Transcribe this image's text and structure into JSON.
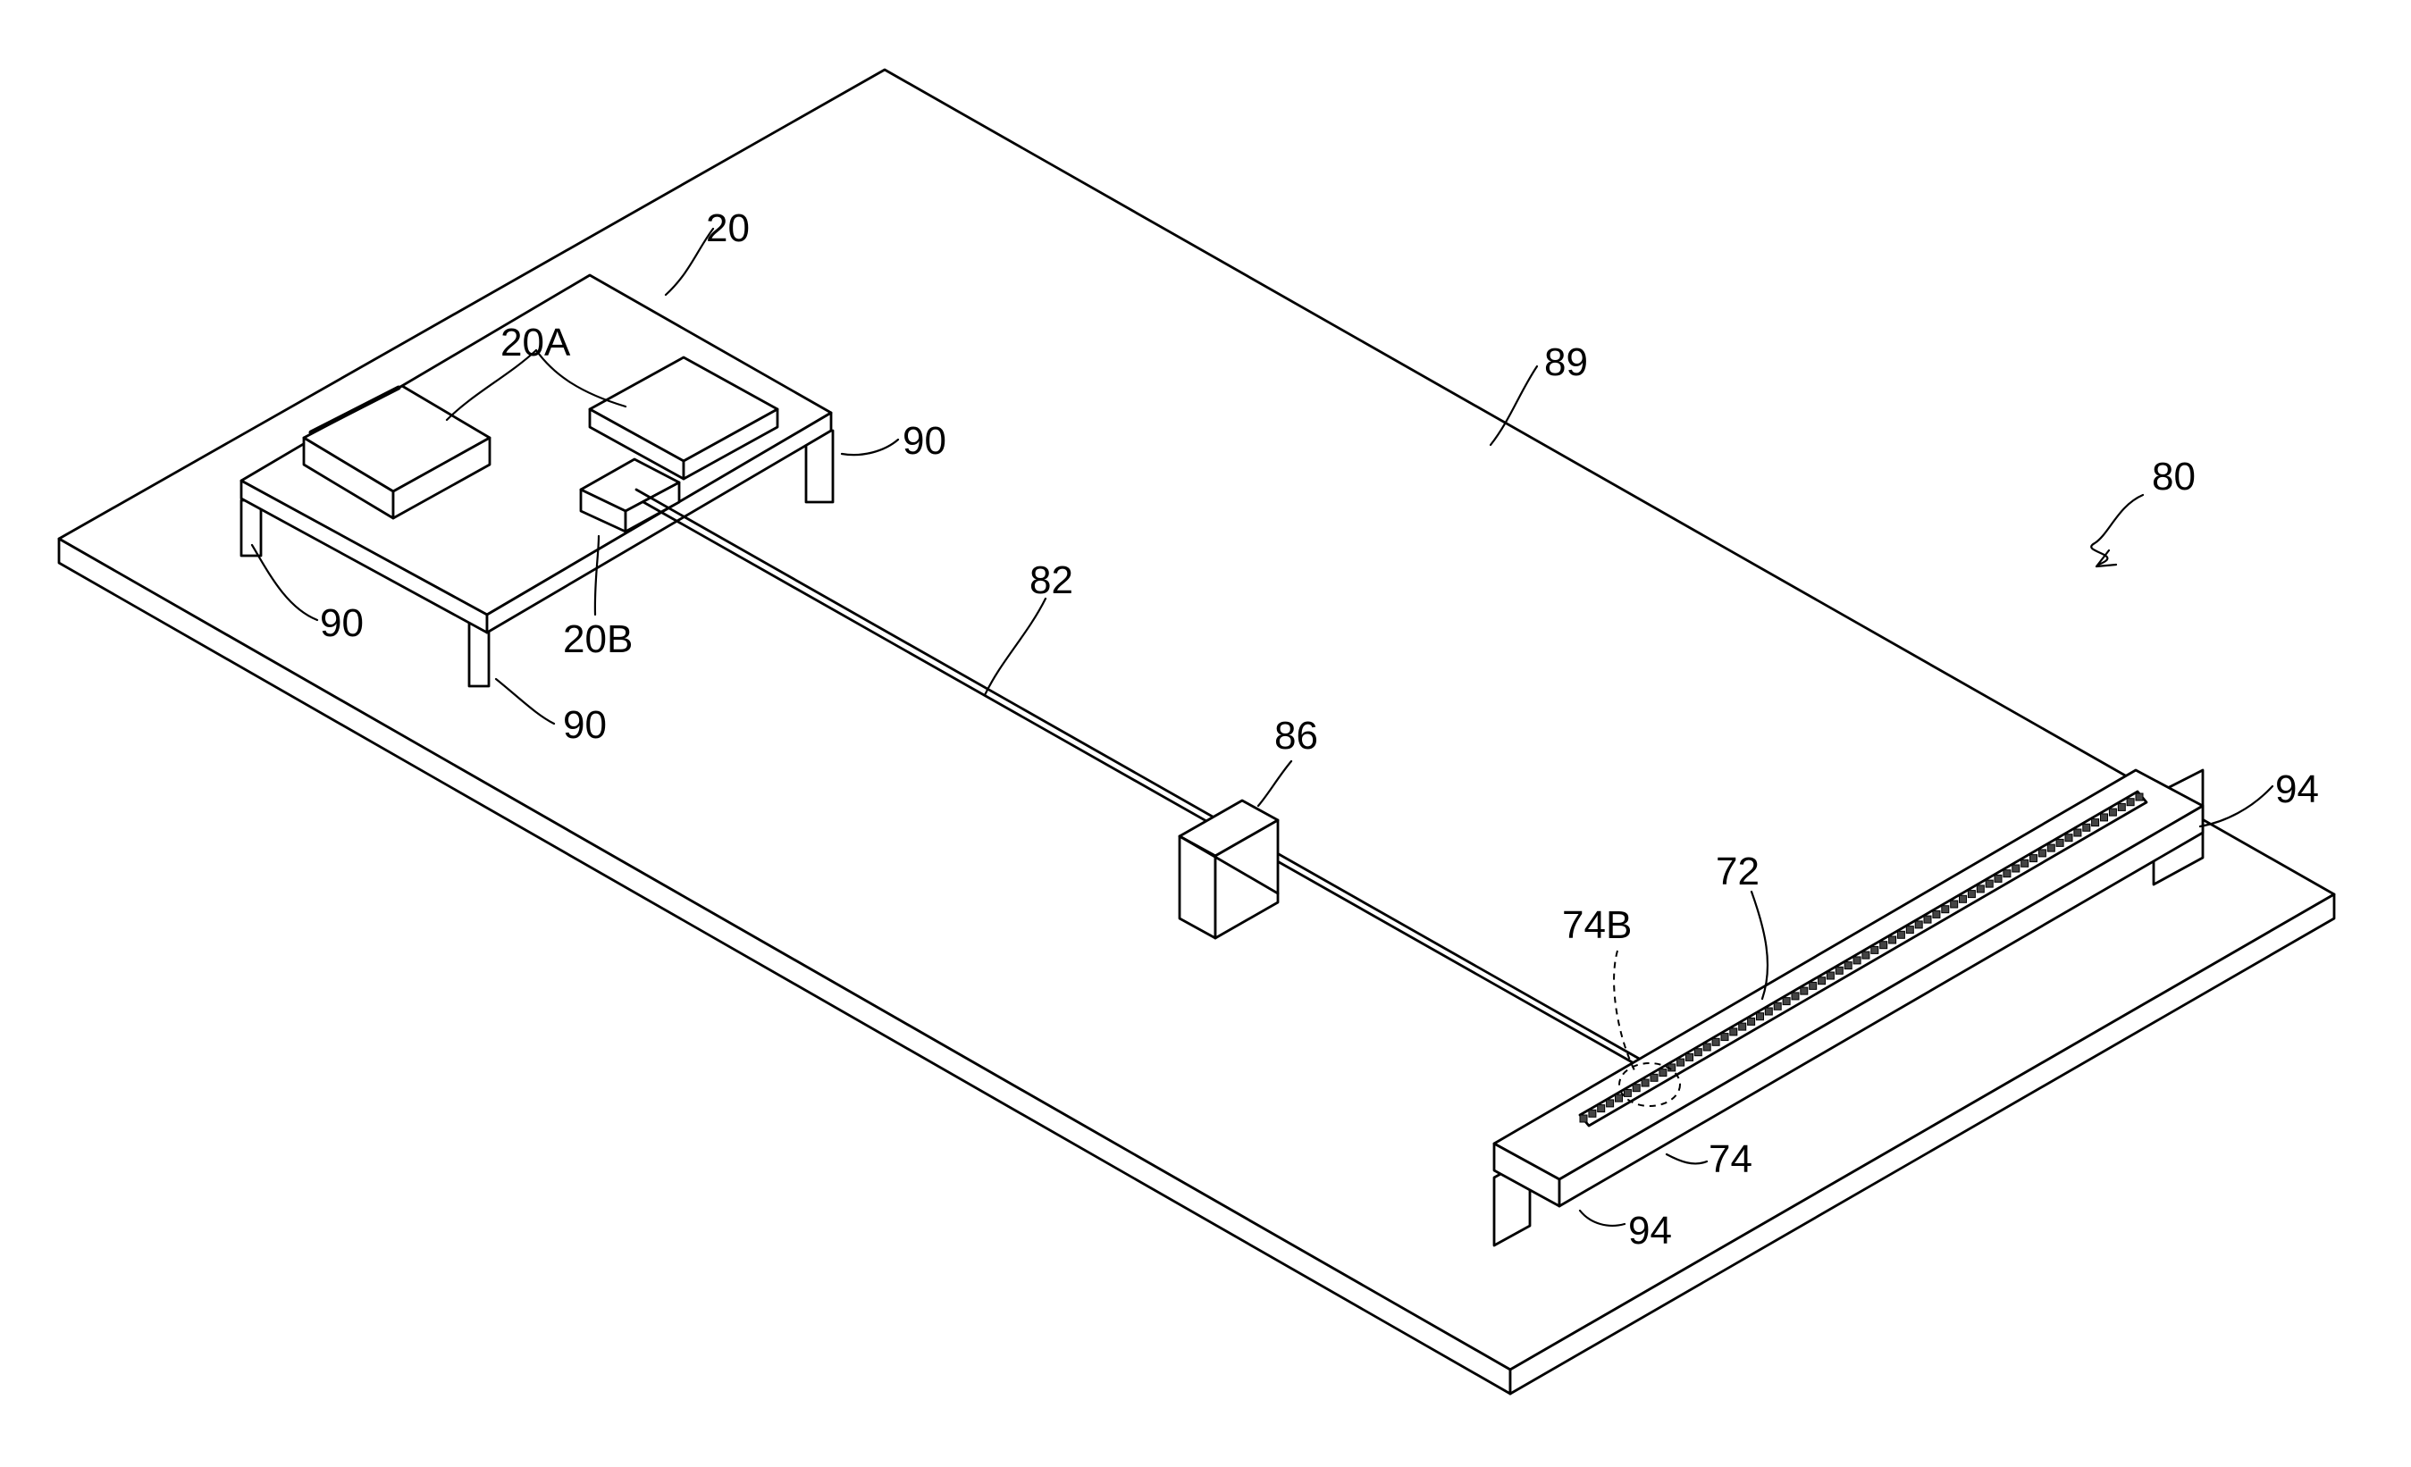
{
  "figure": {
    "labels": {
      "assembly": "80",
      "base_plate": "89",
      "support_board": "20",
      "chips": "20A",
      "connector": "20B",
      "legs": "90",
      "optical_fiber": "82",
      "fiber_holder": "86",
      "emitter_array": "72",
      "emitter_substrate": "74",
      "target_emitter": "74B",
      "bar_legs": "94"
    }
  }
}
